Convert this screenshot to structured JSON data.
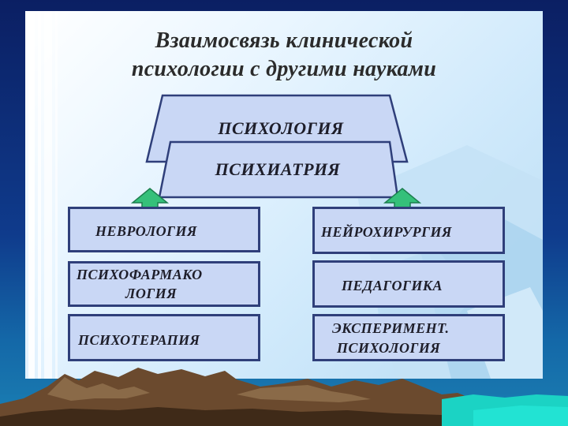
{
  "title": {
    "line1": "Взаимосвязь клинической",
    "line2": "психологии с другими науками"
  },
  "top_stack": {
    "back": "ПСИХОЛОГИЯ",
    "front": "ПСИХИАТРИЯ"
  },
  "left_column": {
    "box1": "НЕВРОЛОГИЯ",
    "box2_line1": "ПСИХОФАРМАКО",
    "box2_line2": "ЛОГИЯ",
    "box3": "ПСИХОТЕРАПИЯ"
  },
  "right_column": {
    "box1": "НЕЙРОХИРУРГИЯ",
    "box2": "ПЕДАГОГИКА",
    "box3_line1": "ЭКСПЕРИМЕНТ.",
    "box3_line2": "ПСИХОЛОГИЯ"
  },
  "colors": {
    "box_fill": "#c9d7f5",
    "box_border": "#2f3f7a",
    "arrow_fill": "#35c07a",
    "background": "#0f3b8c"
  },
  "icons": [
    "up-arrow-icon"
  ]
}
